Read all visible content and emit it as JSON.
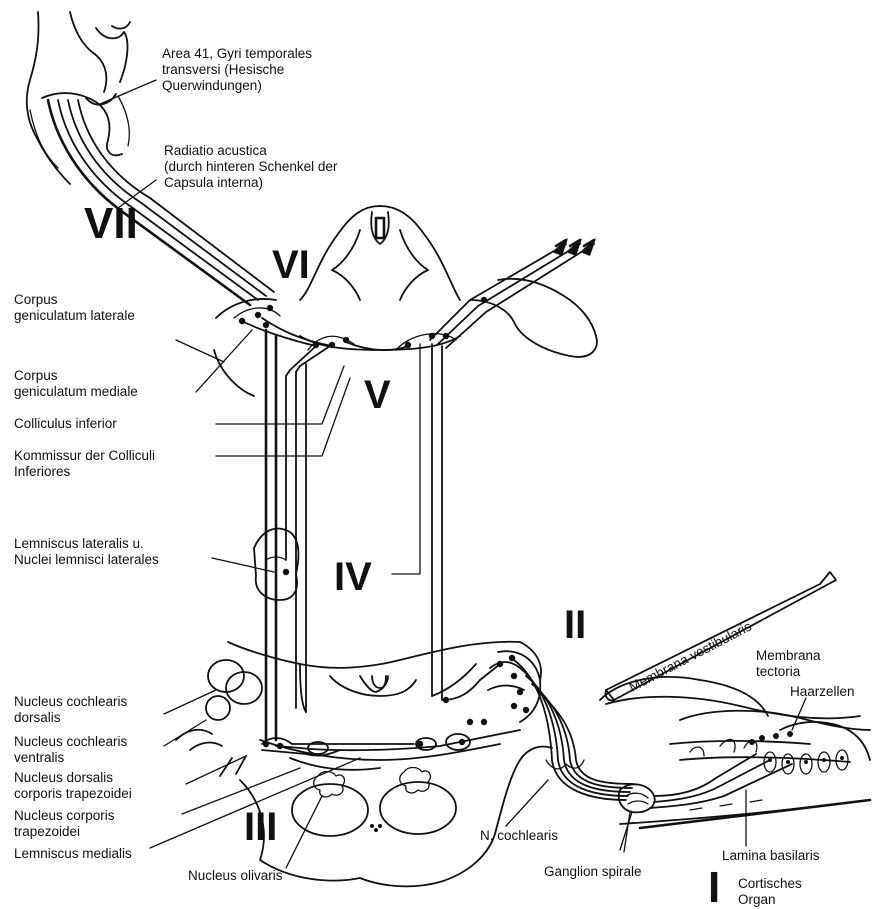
{
  "labels": {
    "area41": [
      "Area 41, Gyri temporales",
      "transversi (Hesische",
      "Querwindungen)"
    ],
    "radiatio": [
      "Radiatio acustica",
      "(durch hinteren Schenkel der",
      "Capsula interna)"
    ],
    "cgl": [
      "Corpus",
      "geniculatum laterale"
    ],
    "cgm": [
      "Corpus",
      "geniculatum mediale"
    ],
    "colliculus": "Colliculus inferior",
    "kommissur": [
      "Kommissur der Colliculi",
      "Inferiores"
    ],
    "lemniscus_lat": [
      "Lemniscus lateralis u.",
      "Nuclei lemnisci laterales"
    ],
    "ncd": [
      "Nucleus cochlearis",
      "dorsalis"
    ],
    "ncv": [
      "Nucleus cochlearis",
      "ventralis"
    ],
    "ndct": [
      "Nucleus dorsalis",
      "corporis trapezoidei"
    ],
    "nct": [
      "Nucleus corporis",
      "trapezoidei"
    ],
    "lemniscus_med": "Lemniscus medialis",
    "olivaris": "Nucleus olivaris",
    "n_cochlearis": "N. cochlearis",
    "ganglion": "Ganglion spirale",
    "membrana_vest": "Membrana vestibularis",
    "membrana_tect": [
      "Membrana",
      "tectoria"
    ],
    "haarzellen": "Haarzellen",
    "lamina": "Lamina basilaris",
    "cortisches": [
      "Cortisches",
      "Organ"
    ]
  },
  "stages": {
    "I": "I",
    "II": "II",
    "III": "III",
    "IV": "IV",
    "V": "V",
    "VI": "VI",
    "VII": "VII"
  }
}
